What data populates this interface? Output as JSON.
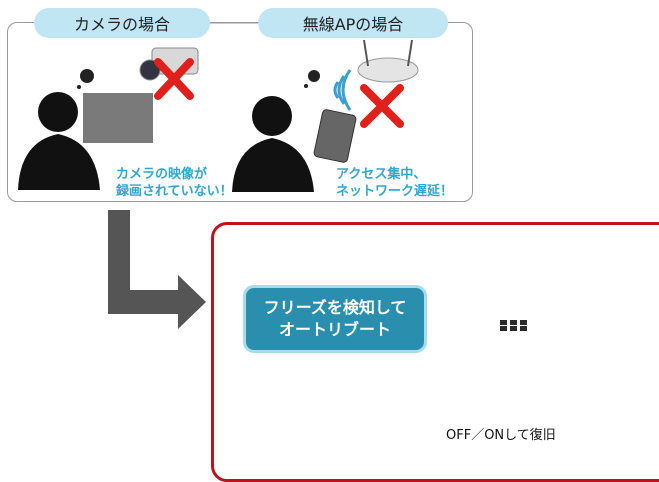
{
  "scenarios": [
    {
      "label": "カメラの場合",
      "message_lines": [
        "カメラの映像が",
        "録画されていない！"
      ],
      "icon": "camera-icon"
    },
    {
      "label": "無線APの場合",
      "message_lines": [
        "アクセス集中、",
        "ネットワーク遅延！"
      ],
      "icon": "wireless-ap-icon"
    }
  ],
  "solution": {
    "callout_lines": [
      "フリーズを検知して",
      "オートリブート"
    ],
    "caption": "OFF／ONして復旧",
    "icons": [
      "switch-icon",
      "camera-icon",
      "wireless-ap-icon"
    ]
  },
  "colors": {
    "accent_red": "#c0121c",
    "callout_blue": "#2a8fae",
    "pill_blue": "#bfe6f2",
    "text_blue": "#2ea7d1",
    "cross_red": "#e0201a"
  }
}
